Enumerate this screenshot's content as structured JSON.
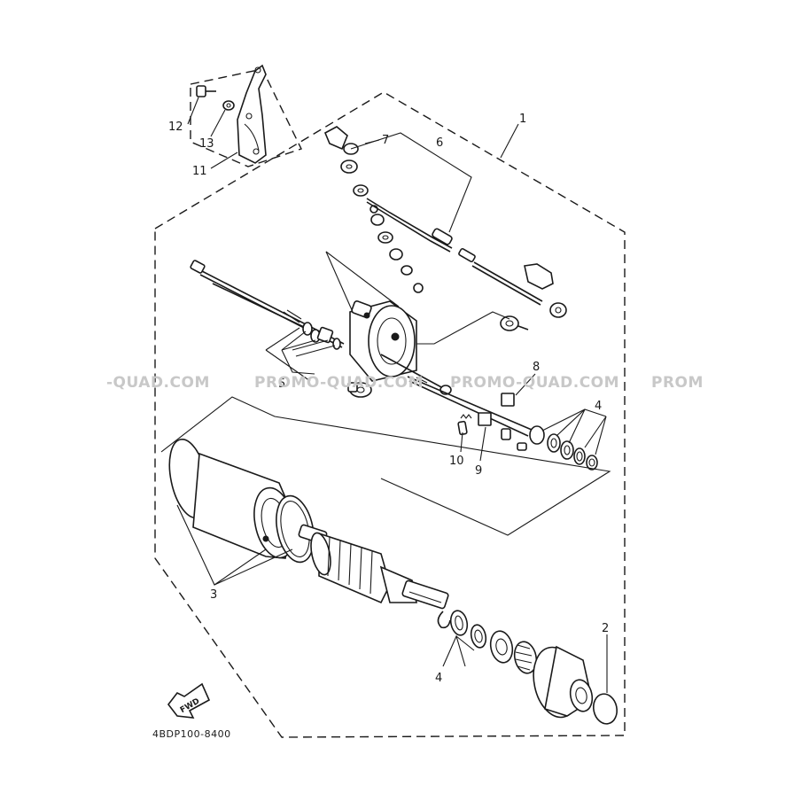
{
  "diagram_code": "4BDP100-8400",
  "fwd_label": "FWD",
  "watermarks": [
    "-QUAD.COM",
    "PROMO-QUAD.COM",
    "PROMO-QUAD.COM",
    "PROM"
  ],
  "callouts": {
    "c1": "1",
    "c2": "2",
    "c3": "3",
    "c4a": "4",
    "c4b": "4",
    "c5": "5",
    "c6": "6",
    "c7": "7",
    "c8": "8",
    "c9": "9",
    "c10": "10",
    "c11": "11",
    "c12": "12",
    "c13": "13"
  }
}
